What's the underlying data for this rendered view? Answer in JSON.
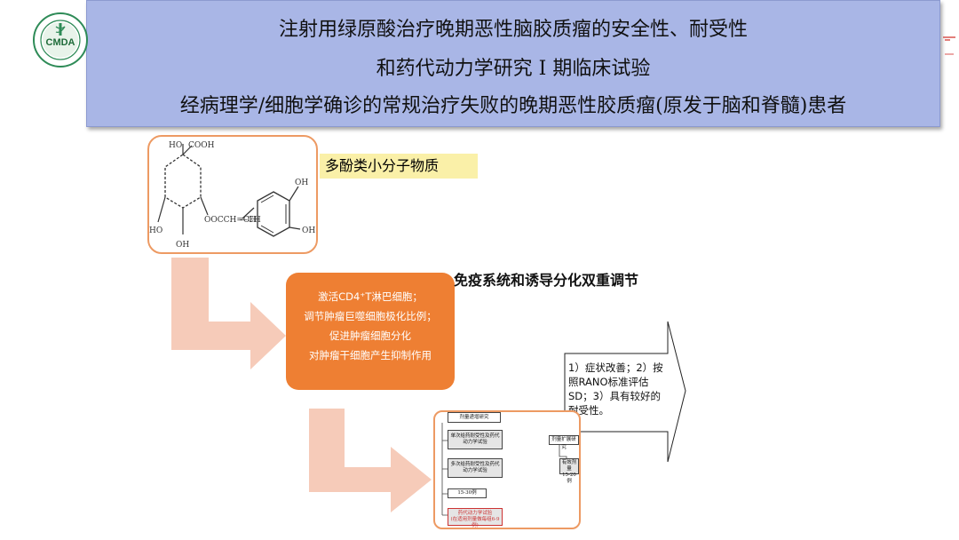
{
  "header": {
    "title_line1": "注射用绿原酸治疗晚期恶性脑胶质瘤的安全性、耐受性",
    "title_line2": "和药代动力学研究 Ⅰ 期临床试验",
    "title_line3": "经病理学/细胞学确诊的常规治疗失败的晚期恶性胶质瘤(原发于脑和脊髓)患者"
  },
  "logo": {
    "text": "CMDA"
  },
  "colors": {
    "banner": "#a9b6e6",
    "orange": "#ee7f33",
    "box_border": "#ed9a63",
    "arrow": "#f6cbb9",
    "label_bg": "#faf0a8"
  },
  "molecule": {
    "label": "多酚类小分子物质",
    "atoms": {
      "ho_top": "HO",
      "cooh": "COOH",
      "ho_left": "HO",
      "oh_bottom": "OH",
      "ester": "OOCCH=CH",
      "oh_right1": "OH",
      "oh_right2": "OH"
    }
  },
  "immune": {
    "heading": "免疫系统和诱导分化双重调节",
    "lines": [
      "激活CD4⁺T淋巴细胞；",
      "调节肿瘤巨噬细胞极化比例；",
      "促进肿瘤细胞分化",
      "对肿瘤干细胞产生抑制作用"
    ]
  },
  "outcome": {
    "text": "1）症状改善；2）按照RANO标准评估SD；3）具有较好的耐受性。"
  },
  "flowchart": {
    "escalation": "剂量递增研究",
    "single_dose": "单次给药耐受性及药代动力学试验",
    "multi_dose": "多次给药耐受性及药代动力学试验",
    "count1": "15-30例",
    "pk_trial": "药代动力学试验",
    "pk_sub": "(在适用剂量做每组6-9例)",
    "expansion": "剂量扩展研究",
    "effective_dose": "有效剂量",
    "count2": "15-20例"
  }
}
